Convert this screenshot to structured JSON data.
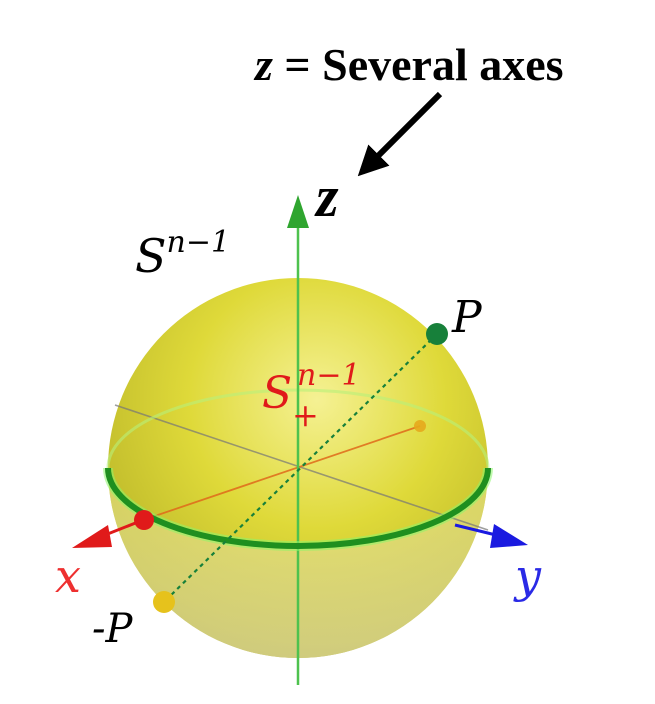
{
  "header": {
    "annotation_var": "z",
    "annotation_rest": " = Several axes"
  },
  "labels": {
    "sphere_base": "S",
    "sphere_exp": "n−1",
    "hemi_base": "S",
    "hemi_sup": "n−1",
    "hemi_sub": "+",
    "axis_z": "z",
    "axis_x": "x",
    "axis_y": "y",
    "point_p": "P",
    "point_neg_p": "-P"
  },
  "colors": {
    "sphere": "#d8d61c",
    "equator": "#1f8f1f",
    "equator_glow": "#8af56a",
    "axis_z": "#4ec24e",
    "axis_x": "#e01a1a",
    "axis_y": "#1a1ae0",
    "point_p": "#17803a",
    "point_neg_p": "#e6c21c",
    "hemi_label": "#e01a1a",
    "text": "#000000"
  }
}
